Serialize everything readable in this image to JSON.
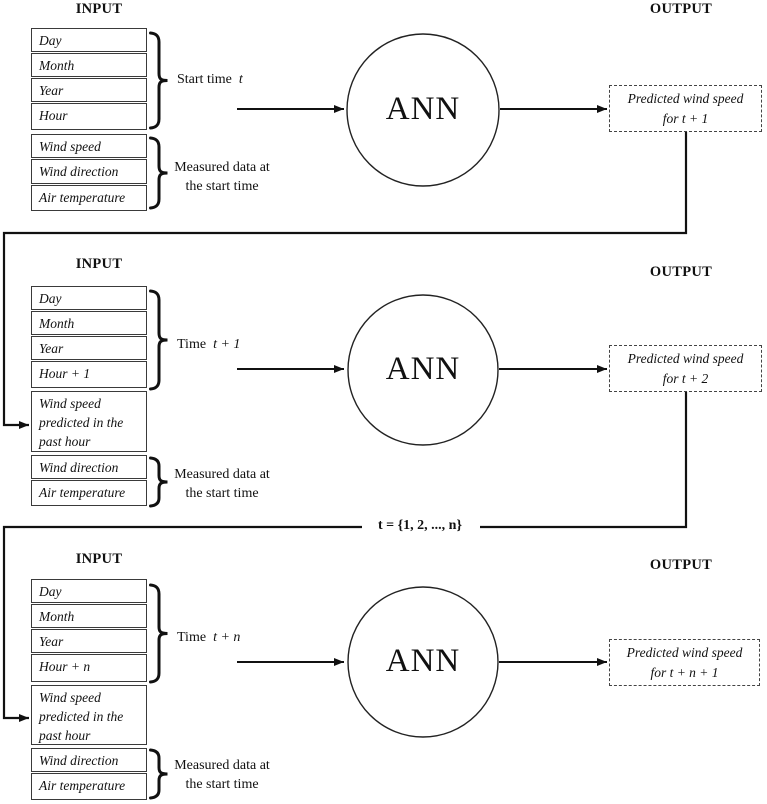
{
  "diagram": {
    "title_semantic": "ANN wind speed prediction loop",
    "ink_color": "#111111",
    "loop_label": "t = {1, 2, ..., n}",
    "stages": [
      {
        "input_label": "INPUT",
        "output_label": "OUTPUT",
        "ann_label": "ANN",
        "time_rows": [
          "Day",
          "Month",
          "Year",
          "Hour"
        ],
        "time_brace_prefix": "Start time",
        "time_brace_var": "t",
        "measured_rows": [
          "Wind speed",
          "Wind direction",
          "Air temperature"
        ],
        "measured_brace_line1": "Measured data at",
        "measured_brace_line2": "the start time",
        "output_line1": "Predicted wind speed",
        "output_line2": "for t + 1"
      },
      {
        "input_label": "INPUT",
        "output_label": "OUTPUT",
        "ann_label": "ANN",
        "time_rows": [
          "Day",
          "Month",
          "Year",
          "Hour + 1"
        ],
        "time_brace_prefix": "Time",
        "time_brace_var": "t + 1",
        "feedback_row": "Wind speed predicted in the past hour",
        "measured_rows": [
          "Wind direction",
          "Air temperature"
        ],
        "measured_brace_line1": "Measured data at",
        "measured_brace_line2": "the start time",
        "output_line1": "Predicted wind speed",
        "output_line2": "for t + 2"
      },
      {
        "input_label": "INPUT",
        "output_label": "OUTPUT",
        "ann_label": "ANN",
        "time_rows": [
          "Day",
          "Month",
          "Year",
          "Hour + n"
        ],
        "time_brace_prefix": "Time",
        "time_brace_var": "t + n",
        "feedback_row": "Wind speed predicted in the past hour",
        "measured_rows": [
          "Wind direction",
          "Air temperature"
        ],
        "measured_brace_line1": "Measured data at",
        "measured_brace_line2": "the start time",
        "output_line1": "Predicted wind speed",
        "output_line2": "for t + n + 1"
      }
    ]
  }
}
